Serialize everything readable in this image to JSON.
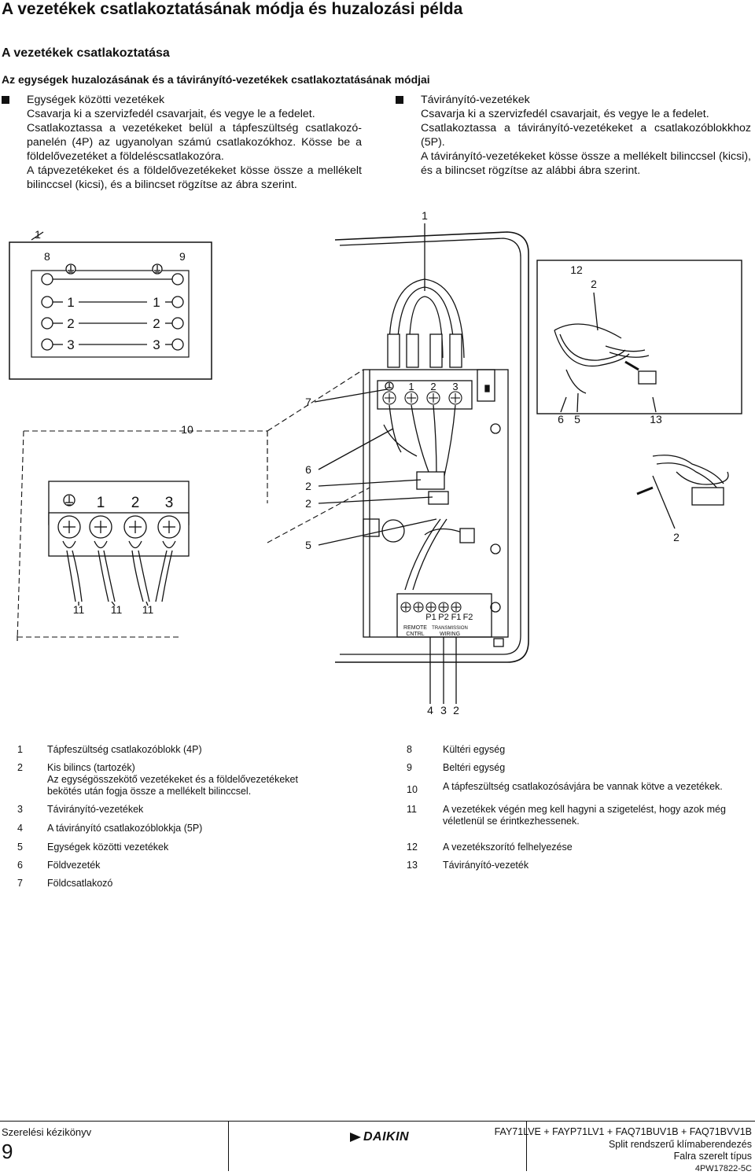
{
  "title": "A vezetékek csatlakoztatásának módja és huzalozási példa",
  "subtitle": "A vezetékek csatlakoztatása",
  "section_heading": "Az egységek huzalozásának és a távirányító-vezetékek csatlakoztatásának módjai",
  "left_block": {
    "heading": "Egységek közötti vezetékek",
    "paragraphs": [
      "Csavarja ki a szervizfedél csavarjait, és vegye le a fedelet.",
      "Csatlakoztassa a vezetékeket belül a tápfeszültség csatlakozó-panelén (4P) az ugyanolyan számú csatlakozókhoz. Kösse be a földelővezetéket a földeléscsatlakozóra.",
      "A tápvezetékeket és a földelővezetékeket kösse össze a mellékelt bilinccsel (kicsi), és a bilincset rögzítse az ábra szerint."
    ]
  },
  "right_block": {
    "heading": "Távirányító-vezetékek",
    "paragraphs": [
      "Csavarja ki a szervizfedél csavarjait, és vegye le a fedelet.",
      "Csatlakoztassa a távirányító-vezetékeket a csatlakozóblokkhoz (5P).",
      "A távirányító-vezetékeket kösse össze a mellékelt bilinccsel (kicsi), és a bilincset rögzítse az alábbi ábra szerint."
    ]
  },
  "diagram": {
    "callouts": {
      "c1_left": "1",
      "c8": "8",
      "c9": "9",
      "t1a": "1",
      "t2a": "2",
      "t3a": "3",
      "t1b": "1",
      "t2b": "2",
      "t3b": "3",
      "c1_top": "1",
      "c12": "12",
      "c2_r1": "2",
      "c7": "7",
      "c10": "10",
      "h1": "1",
      "h2": "2",
      "h3": "3",
      "c6": "6",
      "c5": "5",
      "c13": "13",
      "c6_mid": "6",
      "c2_mid1": "2",
      "c2_mid2": "2",
      "c5_mid": "5",
      "c2_r2": "2",
      "z1": "1",
      "z2": "2",
      "z3": "3",
      "c11a": "11",
      "c11b": "11",
      "c11c": "11",
      "tb_p1": "P1",
      "tb_p2": "P2",
      "tb_f1": "F1",
      "tb_f2": "F2",
      "remote": "REMOTE",
      "cntrl": "CNTRL",
      "transmission": "TRANSMISSION",
      "wiring": "WIRING",
      "c4": "4",
      "c3": "3",
      "c2_bot": "2"
    }
  },
  "legend_left": [
    {
      "num": "1",
      "text": "Tápfeszültség csatlakozóblokk (4P)"
    },
    {
      "num": "2",
      "text": "Kis bilincs (tartozék)",
      "text2": "Az egységösszekötő vezetékeket és a földelővezetékeket",
      "text3": "bekötés után fogja össze a mellékelt bilinccsel."
    },
    {
      "num": "3",
      "text": "Távirányító-vezetékek"
    },
    {
      "num": "4",
      "text": "A távirányító csatlakozóblokkja (5P)"
    },
    {
      "num": "5",
      "text": "Egységek közötti vezetékek"
    },
    {
      "num": "6",
      "text": "Földvezeték"
    },
    {
      "num": "7",
      "text": "Földcsatlakozó"
    }
  ],
  "legend_right": [
    {
      "num": "8",
      "text": "Kültéri egység"
    },
    {
      "num": "9",
      "text": "Beltéri egység"
    },
    {
      "num": "10",
      "text": "A tápfeszültség csatlakozósávjára be vannak kötve a vezetékek."
    },
    {
      "num": "11",
      "text": "A vezetékek végén meg kell hagyni a szigetelést, hogy azok még",
      "text2": "véletlenül se érintkezhessenek."
    },
    {
      "num": "12",
      "text": "A vezetékszorító felhelyezése"
    },
    {
      "num": "13",
      "text": "Távirányító-vezeték"
    }
  ],
  "footer": {
    "manual": "Szerelési kézikönyv",
    "page": "9",
    "brand": "DAIKIN",
    "models": "FAY71LVE + FAYP71LV1 + FAQ71BUV1B + FAQ71BVV1B",
    "line2": "Split rendszerű klímaberendezés",
    "line3": "Falra szerelt típus",
    "code": "4PW17822-5C"
  }
}
